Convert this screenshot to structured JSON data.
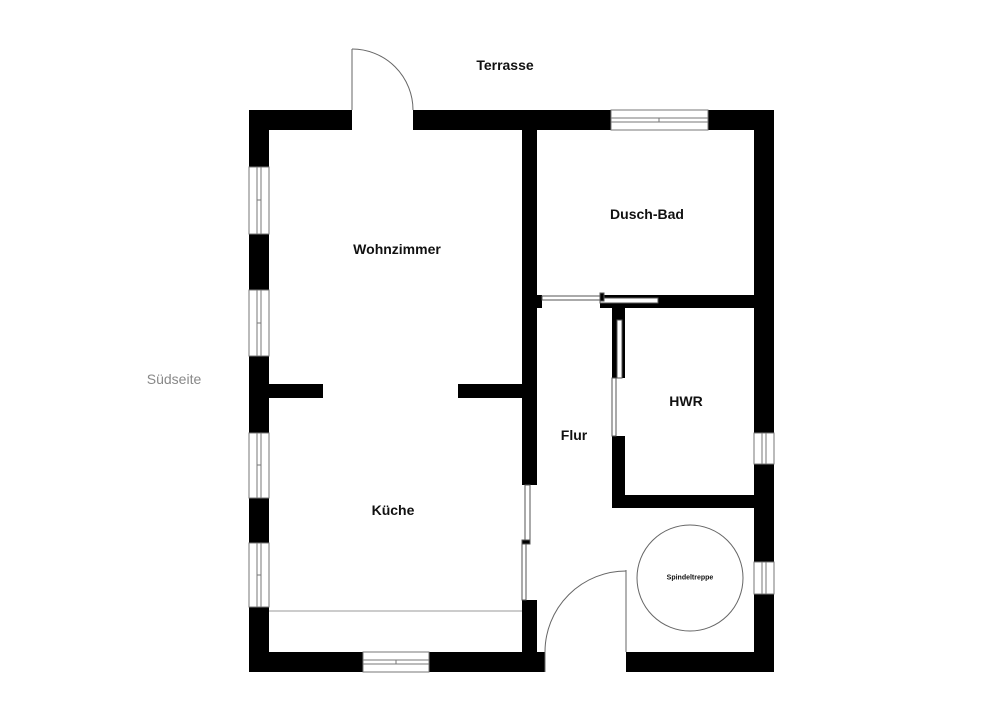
{
  "labels": {
    "terrasse": "Terrasse",
    "suedseite": "Südseite",
    "wohnzimmer": "Wohnzimmer",
    "kueche": "Küche",
    "dusch_bad": "Dusch-Bad",
    "hwr": "HWR",
    "flur": "Flur",
    "spindeltreppe": "Spindeltreppe"
  },
  "colors": {
    "wall": "#000000",
    "line": "#666666",
    "side_label": "#888888"
  }
}
